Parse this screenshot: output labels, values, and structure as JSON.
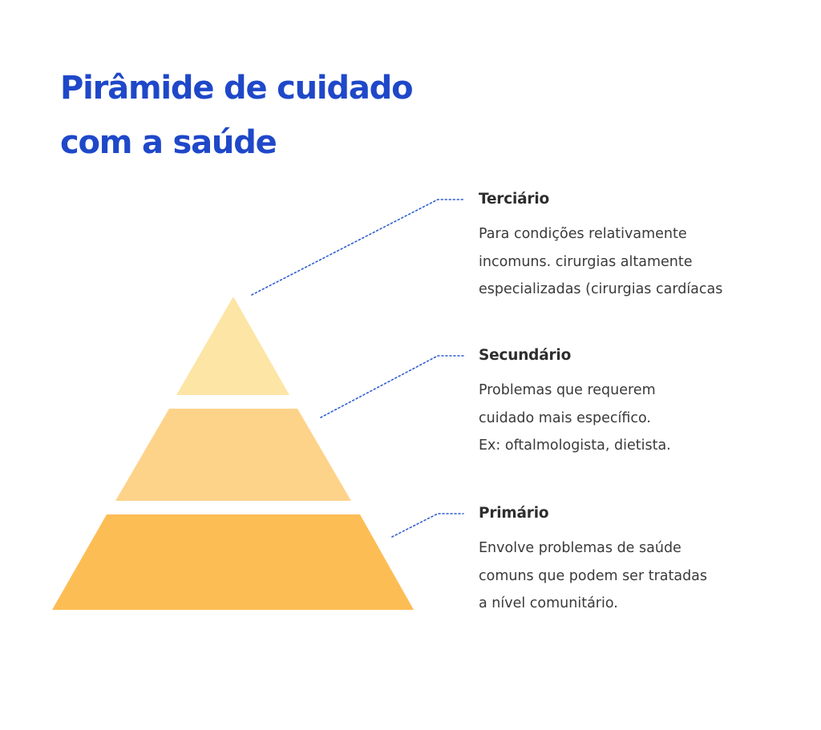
{
  "title": {
    "line1": "Pirâmide de cuidado",
    "line2": "com a saúde"
  },
  "colors": {
    "title": "#1f48c9",
    "tier_top": "#fde5a6",
    "tier_middle": "#fdd38a",
    "tier_bottom": "#fdbd55",
    "connector": "#2f5fd0",
    "text": "#3a3a3a"
  },
  "levels": [
    {
      "name": "Terciário",
      "lines": [
        "Para condições relativamente",
        "incomuns. cirurgias altamente",
        "especializadas (cirurgias cardíacas"
      ]
    },
    {
      "name": "Secundário",
      "lines": [
        "Problemas que requerem",
        "cuidado mais específico.",
        "Ex: oftalmologista, dietista."
      ]
    },
    {
      "name": "Primário",
      "lines": [
        "Envolve problemas de saúde",
        "comuns que podem ser tratadas",
        "a nível comunitário."
      ]
    }
  ]
}
